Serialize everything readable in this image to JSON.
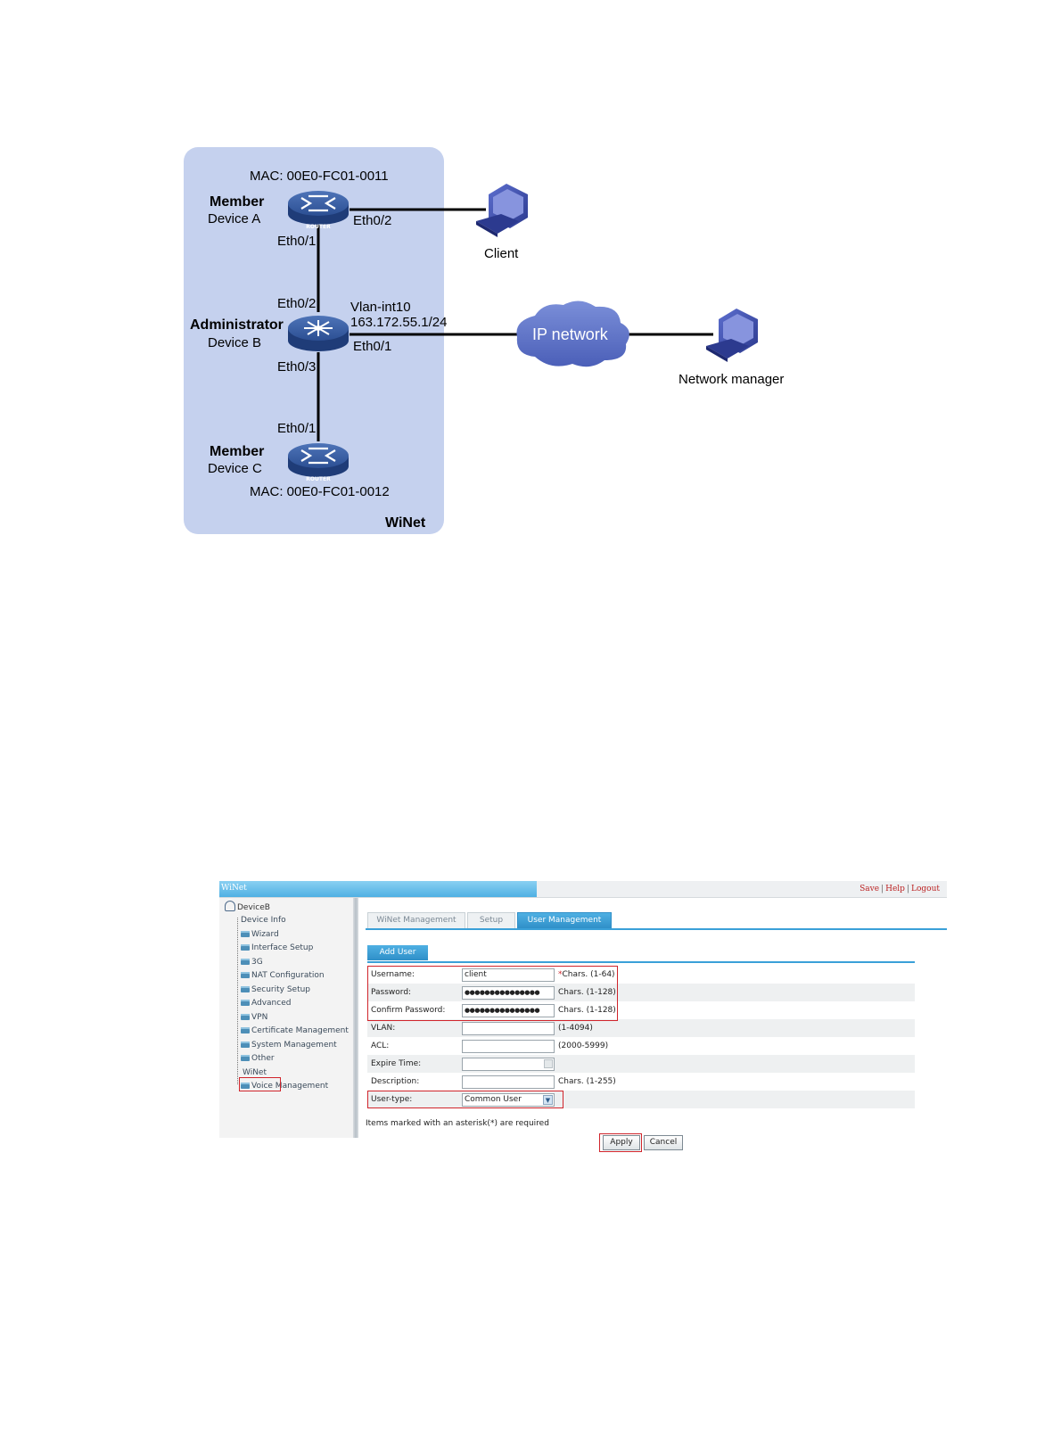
{
  "diagram": {
    "region_label": "WiNet",
    "device_a": {
      "role": "Member",
      "name": "Device A",
      "mac": "MAC: 00E0-FC01-0011",
      "port_down": "Eth0/1",
      "port_client": "Eth0/2",
      "badge": "ROUTER"
    },
    "device_b": {
      "role": "Administrator",
      "name": "Device B",
      "port_up": "Eth0/2",
      "port_down": "Eth0/3",
      "vlan": "Vlan-int10",
      "ip": "163.172.55.1/24",
      "port_out": "Eth0/1"
    },
    "device_c": {
      "role": "Member",
      "name": "Device C",
      "mac": "MAC: 00E0-FC01-0012",
      "port_up": "Eth0/1",
      "badge": "ROUTER"
    },
    "client_label": "Client",
    "cloud_label": "IP network",
    "manager_label": "Network manager"
  },
  "colors": {
    "region": "#c5d1ee",
    "device": "#2c4f93",
    "tab_active": "#2f8fc8",
    "highlight": "#d0242b"
  },
  "screenshot": {
    "window_title": "WiNet",
    "top_links": [
      "Save",
      "Help",
      "Logout"
    ],
    "nav": {
      "root": "DeviceB",
      "items": [
        "Device Info",
        "Wizard",
        "Interface Setup",
        "3G",
        "NAT Configuration",
        "Security Setup",
        "Advanced",
        "VPN",
        "Certificate Management",
        "System Management",
        "Other",
        "WiNet",
        "Voice Management"
      ]
    },
    "tabs": [
      "WiNet Management",
      "Setup",
      "User Management"
    ],
    "subtab": "Add User",
    "form": [
      {
        "label": "Username:",
        "value": "client",
        "hint_star": "*",
        "hint": "Chars. (1-64)"
      },
      {
        "label": "Password:",
        "value": "●●●●●●●●●●●●●●●",
        "hint_star": "",
        "hint": "Chars. (1-128)"
      },
      {
        "label": "Confirm Password:",
        "value": "●●●●●●●●●●●●●●●",
        "hint_star": "",
        "hint": "Chars. (1-128)"
      },
      {
        "label": "VLAN:",
        "value": "",
        "hint_star": "",
        "hint": "(1-4094)"
      },
      {
        "label": "ACL:",
        "value": "",
        "hint_star": "",
        "hint": "(2000-5999)"
      },
      {
        "label": "Expire Time:",
        "value": "",
        "hint_star": "",
        "hint": ""
      },
      {
        "label": "Description:",
        "value": "",
        "hint_star": "",
        "hint": "Chars. (1-255)"
      },
      {
        "label": "User-type:",
        "value": "Common User",
        "hint_star": "",
        "hint": ""
      }
    ],
    "required_note": "Items marked with an asterisk(*) are required",
    "apply_label": "Apply",
    "cancel_label": "Cancel"
  }
}
